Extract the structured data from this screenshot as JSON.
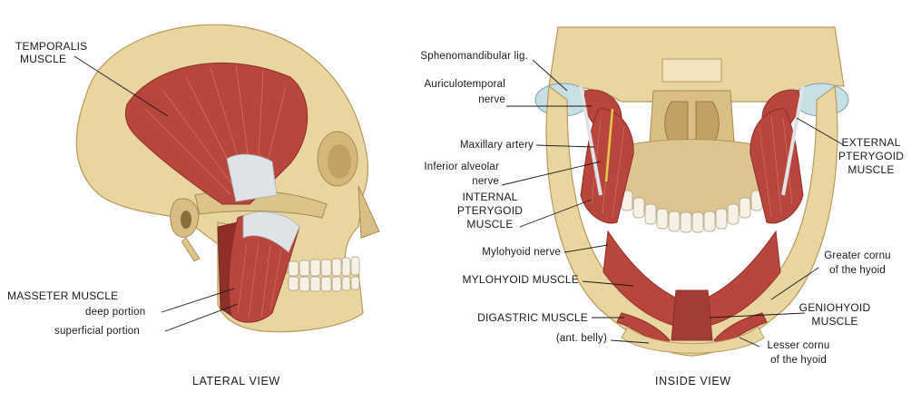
{
  "lateral": {
    "temporalis_l1": "TEMPORALIS",
    "temporalis_l2": "MUSCLE",
    "masseter": "MASSETER MUSCLE",
    "deep": "deep portion",
    "superficial": "superficial portion",
    "title": "LATERAL VIEW"
  },
  "inside": {
    "spheno": "Sphenomandibular lig.",
    "auriculo_l1": "Auriculotemporal",
    "auriculo_l2": "nerve",
    "maxillary": "Maxillary artery",
    "inf_alv_l1": "Inferior alveolar",
    "inf_alv_l2": "nerve",
    "int_pt_l1": "INTERNAL",
    "int_pt_l2": "PTERYGOID",
    "int_pt_l3": "MUSCLE",
    "mylo_nerve": "Mylohyoid nerve",
    "mylo_muscle": "MYLOHYOID MUSCLE",
    "digastric": "DIGASTRIC MUSCLE",
    "ant_belly": "(ant. belly)",
    "ext_pt_l1": "EXTERNAL",
    "ext_pt_l2": "PTERYGOID",
    "ext_pt_l3": "MUSCLE",
    "greater_l1": "Greater cornu",
    "greater_l2": "of the hyoid",
    "genio_l1": "GENIOHYOID",
    "genio_l2": "MUSCLE",
    "lesser_l1": "Lesser cornu",
    "lesser_l2": "of the hyoid",
    "title": "INSIDE VIEW"
  },
  "colors": {
    "bone": "#e9d5a0",
    "bone_shadow": "#c9ab6e",
    "muscle": "#b8463c",
    "muscle_dark": "#8e2f2a",
    "tendon": "#dfe3e6",
    "tooth": "#f6f1e4",
    "nerve": "#e6c94a"
  }
}
